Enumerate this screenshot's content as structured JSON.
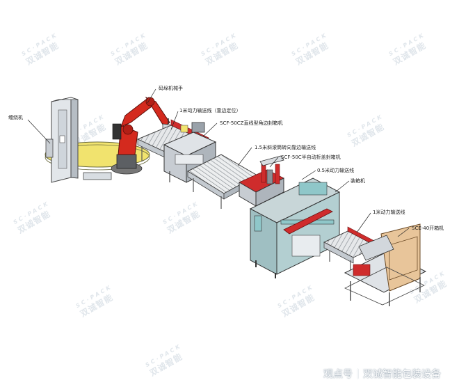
{
  "labels": {
    "wrapping_machine": "缠绕机",
    "palletizing_robot": "码垛机械手",
    "conveyor_1m_edge": "1米动力输送线（靠边定位）",
    "scf50cz": "SCF-50CZ直线型角边封箱机",
    "roller_1_5m": "1.5米斜滚筒转向靠边输送线",
    "scf50c": "SCF-50C半自动折盖封箱机",
    "conveyor_0_5m": "0.5米动力输送线",
    "case_packer": "装箱机",
    "conveyor_1m": "1米动力输送线",
    "sce40": "SCE-40开箱机"
  },
  "watermark": {
    "top": "SC·PACK",
    "main": "双诚智能"
  },
  "footer": {
    "source": "观点号",
    "brand": "双诚智能包装设备"
  },
  "colors": {
    "robot": "#d42a1e",
    "frame_teal": "#8fc7c9",
    "conveyor_red": "#cf2c2c",
    "platform_yellow": "#f1e36e"
  }
}
